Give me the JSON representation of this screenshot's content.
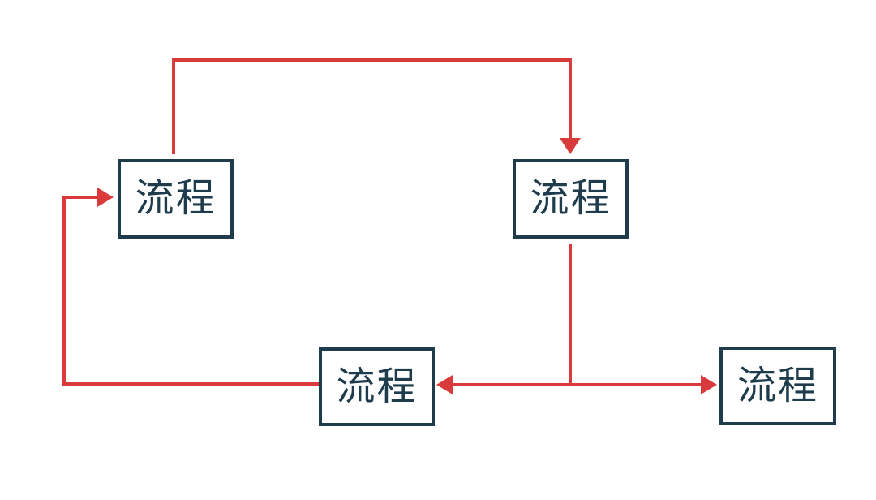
{
  "diagram": {
    "type": "flowchart",
    "colors": {
      "background": "#ffffff",
      "node_border": "#1e3c4c",
      "node_text": "#1e3c4c",
      "node_fill": "#ffffff",
      "connector": "#d93b3c"
    },
    "nodes": [
      {
        "id": "top-left",
        "label": "流程"
      },
      {
        "id": "top-right",
        "label": "流程"
      },
      {
        "id": "bottom-middle",
        "label": "流程"
      },
      {
        "id": "bottom-right",
        "label": "流程"
      }
    ],
    "edges": [
      {
        "from": "top-left",
        "to": "top-right",
        "route": "up, right along top, down into top of top-right box"
      },
      {
        "from": "top-right",
        "to": "bottom-middle",
        "route": "down to junction, left into right side of bottom-middle box"
      },
      {
        "from": "top-right",
        "to": "bottom-right",
        "route": "down to junction, right into left side of bottom-right box"
      },
      {
        "from": "bottom-middle",
        "to": "top-left",
        "route": "left from left side, up, right into left side of top-left box"
      }
    ]
  }
}
